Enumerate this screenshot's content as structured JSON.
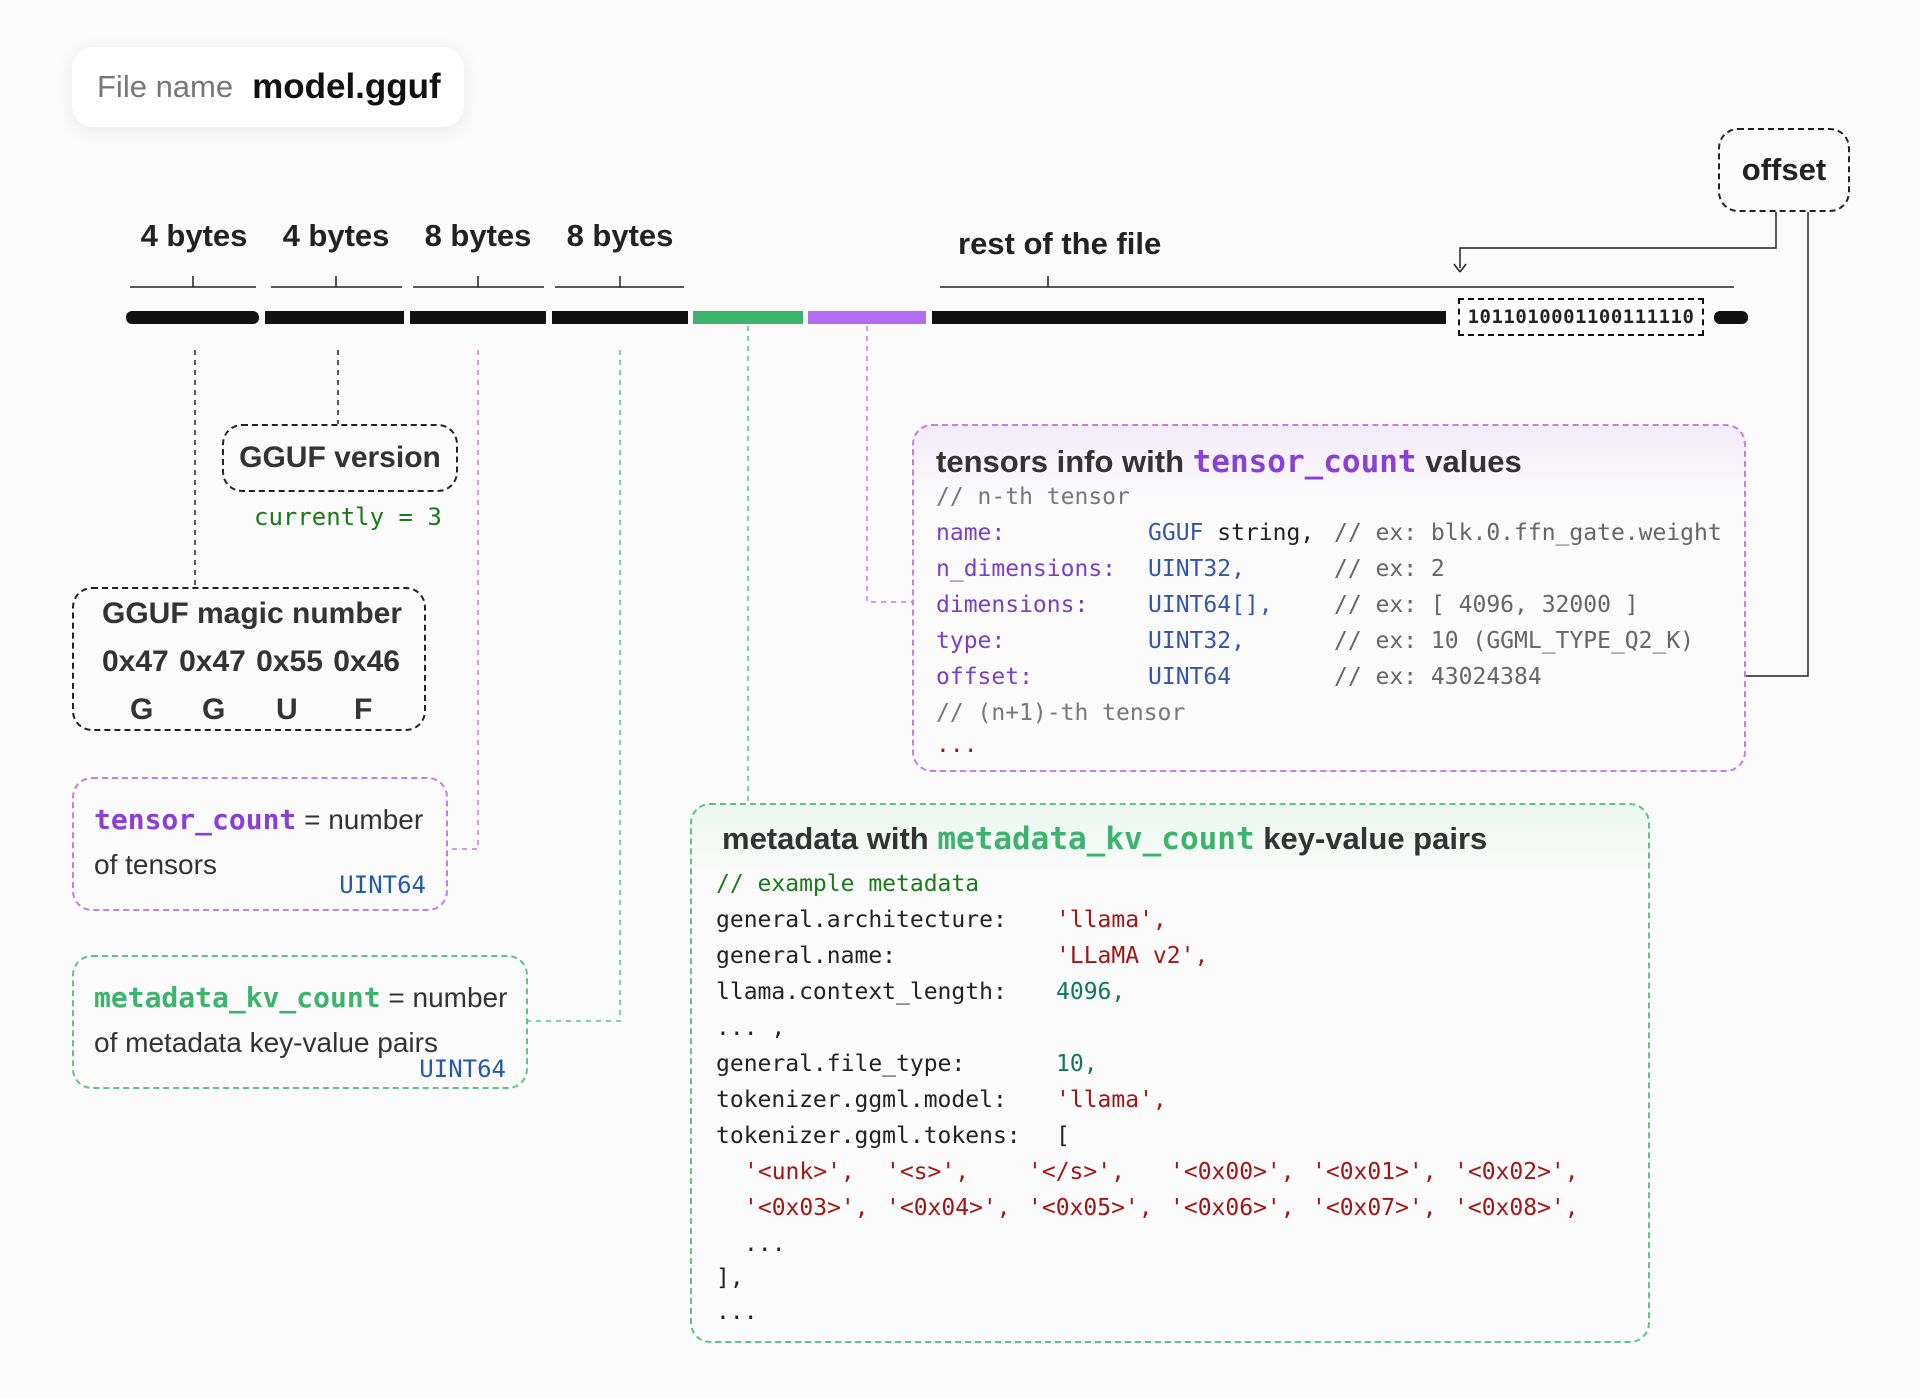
{
  "file": {
    "label": "File name",
    "value": "model.gguf"
  },
  "sizes": [
    "4 bytes",
    "4 bytes",
    "8 bytes",
    "8 bytes"
  ],
  "rest_label": "rest of the file",
  "offset_label": "offset",
  "binary": "1011010001100111110",
  "colors": {
    "metadata_green": "#3cb46e",
    "tensor_purple": "#b26cf2",
    "bar": "#111111"
  },
  "version": {
    "title": "GGUF version",
    "note": "currently = 3"
  },
  "magic": {
    "title": "GGUF magic number",
    "hex": "0x47 0x47 0x55 0x46",
    "letters": [
      "G",
      "G",
      "U",
      "F"
    ]
  },
  "tensor_count": {
    "code": "tensor_count",
    "eq": "=",
    "l1": "number",
    "l2": "of tensors",
    "type": "UINT64"
  },
  "metadata_kv_count": {
    "code": "metadata_kv_count",
    "eq": "=",
    "l1": "number",
    "l2": "of metadata key-value pairs",
    "type": "UINT64"
  },
  "tensors": {
    "title_pre": "tensors info with",
    "title_code": "tensor_count",
    "title_post": "values",
    "comment1": "// n-th tensor",
    "rows": [
      {
        "key": "name:",
        "type": "GGUF",
        "type2": " string,",
        "comment": "// ex: blk.0.ffn_gate.weight"
      },
      {
        "key": "n_dimensions:",
        "type": "UINT32,",
        "type2": "",
        "comment": "// ex: 2"
      },
      {
        "key": "dimensions:",
        "type": "UINT64[],",
        "type2": "",
        "comment": "// ex: [ 4096, 32000 ]"
      },
      {
        "key": "type:",
        "type": "UINT32,",
        "type2": "",
        "comment": "// ex: 10 (GGML_TYPE_Q2_K)"
      },
      {
        "key": "offset:",
        "type": "UINT64",
        "type2": "",
        "comment": "// ex: 43024384"
      }
    ],
    "comment2": "// (n+1)-th tensor",
    "ellipsis": "..."
  },
  "metadata": {
    "title_pre": "metadata with",
    "title_code": "metadata_kv_count",
    "title_post": "key-value pairs",
    "comment": "// example metadata",
    "rows": [
      {
        "key": "general.architecture:",
        "value": "'llama',",
        "kind": "str"
      },
      {
        "key": "general.name:",
        "value": "'LLaMA v2',",
        "kind": "str"
      },
      {
        "key": "llama.context_length:",
        "value": "4096,",
        "kind": "num"
      },
      {
        "key": "... ,",
        "value": "",
        "kind": "none"
      },
      {
        "key": "general.file_type:",
        "value": "10,",
        "kind": "num"
      },
      {
        "key": "tokenizer.ggml.model:",
        "value": "'llama',",
        "kind": "str"
      },
      {
        "key": "tokenizer.ggml.tokens:",
        "value": "[",
        "kind": "plain"
      }
    ],
    "tokens1": [
      "'<unk>',",
      "'<s>',",
      "'</s>',",
      "'<0x00>',",
      "'<0x01>',",
      "'<0x02>',"
    ],
    "tokens2": [
      "'<0x03>',",
      "'<0x04>',",
      "'<0x05>',",
      "'<0x06>',",
      "'<0x07>',",
      "'<0x08>',"
    ],
    "inner_ellipsis": "...",
    "close": "],",
    "end": "..."
  }
}
